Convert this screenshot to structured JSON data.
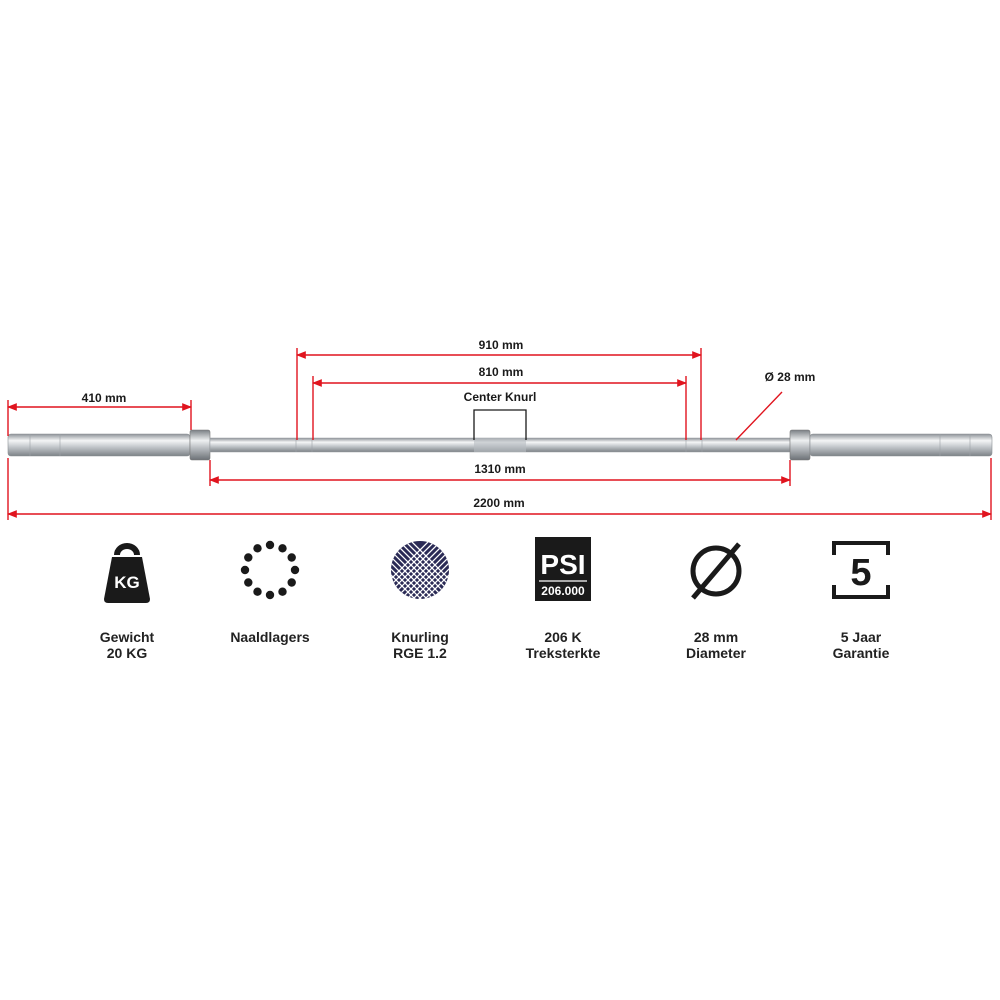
{
  "dimensions": {
    "d910": "910 mm",
    "d810": "810 mm",
    "center_knurl": "Center Knurl",
    "d410": "410 mm",
    "diameter": "Ø 28 mm",
    "d1310": "1310 mm",
    "d2200": "2200 mm"
  },
  "colors": {
    "dimension_line": "#e0141e",
    "icon": "#1a1a1a",
    "knurl_icon": "#2a2a55"
  },
  "features": [
    {
      "icon": "kettlebell-icon",
      "icon_text": "KG",
      "line1": "Gewicht",
      "line2": "20 KG"
    },
    {
      "icon": "bearing-circle-icon",
      "icon_text": "",
      "line1": "Naaldlagers",
      "line2": ""
    },
    {
      "icon": "knurl-pattern-icon",
      "icon_text": "",
      "line1": "Knurling",
      "line2": "RGE 1.2"
    },
    {
      "icon": "psi-badge-icon",
      "icon_text": "PSI",
      "icon_subtext": "206.000",
      "line1": "206 K",
      "line2": "Treksterkte"
    },
    {
      "icon": "diameter-icon",
      "icon_text": "",
      "line1": "28 mm",
      "line2": "Diameter"
    },
    {
      "icon": "warranty-5-icon",
      "icon_text": "5",
      "line1": "5 Jaar",
      "line2": "Garantie"
    }
  ]
}
